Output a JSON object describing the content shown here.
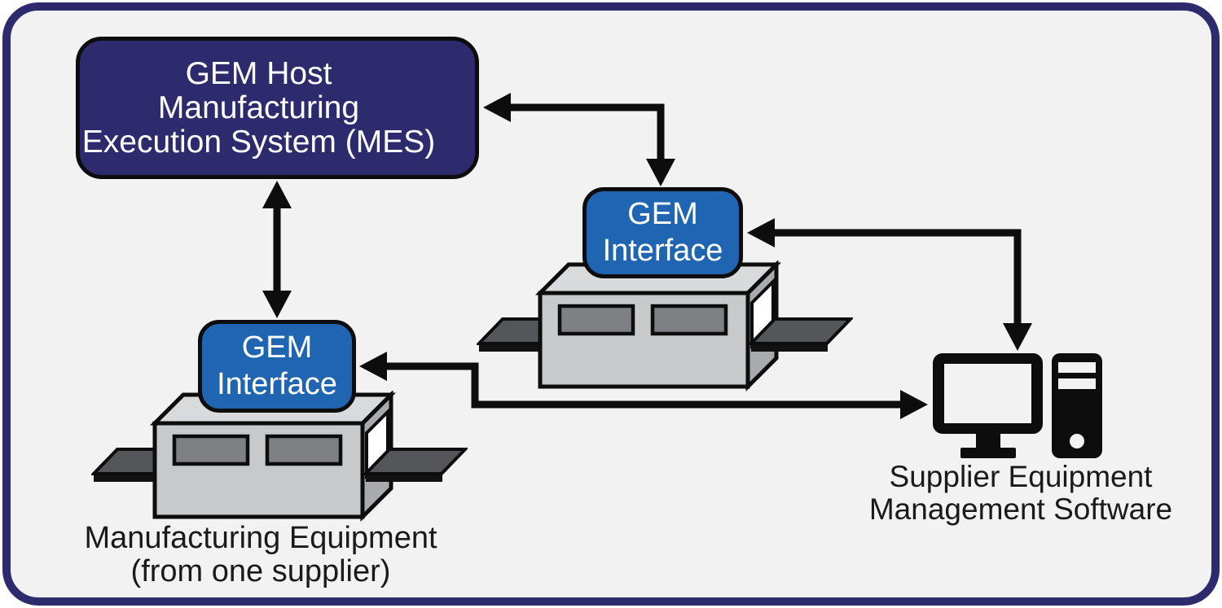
{
  "colors": {
    "frame_navy": "#2E2A6E",
    "interface_blue": "#2065B2",
    "canvas_bg": "#F2F2F2",
    "outline_black": "#0D0D0D",
    "text_white": "#FFFFFF",
    "text_dark": "#1A1A1A",
    "equip_front": "#C8C9CB",
    "equip_top": "#D9DADB",
    "equip_side": "#A8AAAD",
    "equip_window": "#7E8083",
    "conveyor_top": "#55565A",
    "conveyor_under": "#121212",
    "opening_white": "#FFFFFF"
  },
  "host_box": {
    "line1": "GEM Host",
    "line2": "Manufacturing",
    "line3": "Execution System (MES)"
  },
  "equipment_a": {
    "interface_line1": "GEM",
    "interface_line2": "Interface",
    "caption_line1": "Manufacturing Equipment",
    "caption_line2": "(from one supplier)"
  },
  "equipment_b": {
    "interface_line1": "GEM",
    "interface_line2": "Interface"
  },
  "computer": {
    "caption_line1": "Supplier Equipment",
    "caption_line2": "Management Software"
  },
  "connections": [
    {
      "from": "GEM Host Manufacturing Execution System (MES)",
      "to": "GEM Interface (equipment B)",
      "bidirectional": true
    },
    {
      "from": "GEM Host Manufacturing Execution System (MES)",
      "to": "GEM Interface (equipment A)",
      "bidirectional": true
    },
    {
      "from": "GEM Interface (equipment B)",
      "to": "Supplier Equipment Management Software",
      "bidirectional": true
    },
    {
      "from": "GEM Interface (equipment A)",
      "to": "Supplier Equipment Management Software",
      "bidirectional": true
    }
  ]
}
